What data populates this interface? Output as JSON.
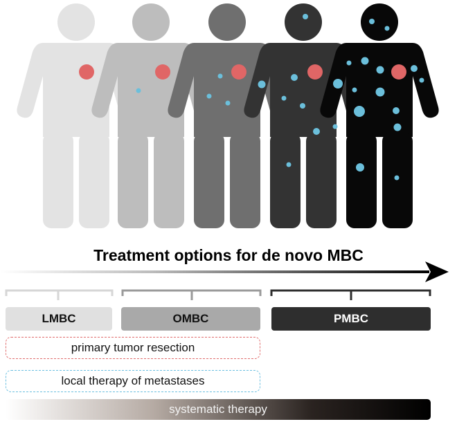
{
  "title": "Treatment options for de novo MBC",
  "stages": [
    {
      "label": "LMBC",
      "bg": "#e0e0e0",
      "fg": "#111111",
      "bracket": "#d6d6d6"
    },
    {
      "label": "OMBC",
      "bg": "#a9a9a9",
      "fg": "#111111",
      "bracket": "#9a9a9a"
    },
    {
      "label": "PMBC",
      "bg": "#2e2e2e",
      "fg": "#ffffff",
      "bracket": "#2e2e2e"
    }
  ],
  "options": {
    "primary": "primary tumor resection",
    "local": "local therapy of metastases",
    "systemic": "systematic therapy"
  },
  "colors": {
    "tumor": "#e06666",
    "metastasis": "#6bbfdb",
    "person_shades": [
      "#e3e3e3",
      "#bdbdbd",
      "#6f6f6f",
      "#333333",
      "#080808"
    ]
  }
}
